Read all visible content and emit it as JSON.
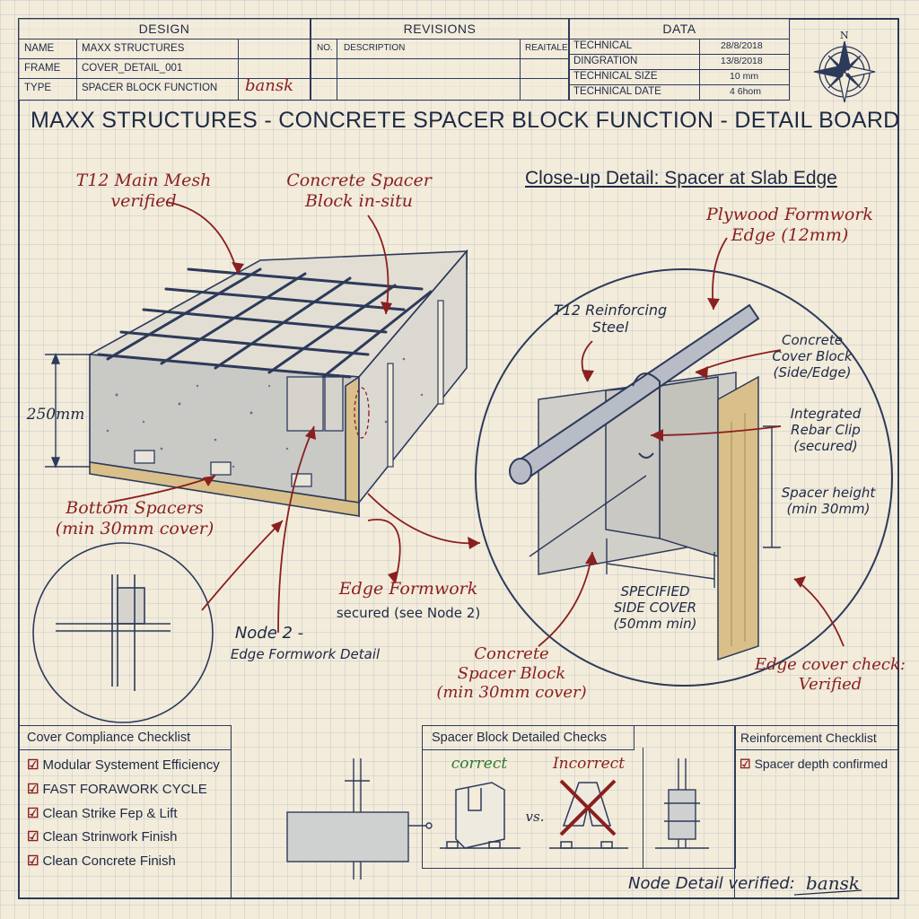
{
  "title_block": {
    "design": {
      "heading": "DESIGN",
      "rows": [
        {
          "label": "NAME",
          "value": "MAXX STRUCTURES"
        },
        {
          "label": "FRAME",
          "value": "COVER_DETAIL_001"
        },
        {
          "label": "TYPE",
          "value": "SPACER BLOCK FUNCTION"
        }
      ],
      "signature": "bansk"
    },
    "revisions": {
      "heading": "REVISIONS",
      "columns": [
        "NO.",
        "DESCRIPTION",
        "REAITALE"
      ]
    },
    "data": {
      "heading": "DATA",
      "rows": [
        {
          "label": "TECHNICAL",
          "value": "28/8/2018"
        },
        {
          "label": "DINGRATION",
          "value": "13/8/2018"
        },
        {
          "label": "TECHNICAL SIZE",
          "value": "10 mm"
        },
        {
          "label": "TECHNICAL DATE",
          "value": "4 6hom"
        }
      ]
    },
    "compass_label": "N"
  },
  "main_title": "MAXX STRUCTURES - CONCRETE SPACER BLOCK FUNCTION - DETAIL BOARD",
  "annotations": {
    "mesh": "T12 Main Mesh\nverified",
    "spacer_insitu": "Concrete Spacer\nBlock in-situ",
    "depth": "250mm",
    "bottom_spacers": "Bottom Spacers\n(min 30mm cover)",
    "edge_formwork": "Edge Formwork",
    "edge_formwork_note": "secured (see Node 2)",
    "node2": "Node 2 -",
    "node2_sub": "Edge Formwork Detail",
    "closeup_title": "Close-up Detail: Spacer at Slab Edge",
    "plywood": "Plywood Formwork\nEdge (12mm)",
    "t12": "T12 Reinforcing\nSteel",
    "cover_block": "Concrete\nCover Block\n(Side/Edge)",
    "rebar_clip": "Integrated\nRebar Clip\n(secured)",
    "spacer_height": "Spacer height\n(min 30mm)",
    "side_cover": "SPECIFIED\nSIDE COVER\n(50mm min)",
    "spacer_block": "Concrete\nSpacer Block\n(min 30mm cover)",
    "edge_check": "Edge cover check:\nVerified"
  },
  "cover_checklist": {
    "title": "Cover Compliance Checklist",
    "items": [
      "Modular Systement Efficiency",
      "FAST FORAWORK CYCLE",
      "Clean Strike Fep & Lift",
      "Clean Strinwork Finish",
      "Clean Concrete Finish"
    ]
  },
  "spacer_checks": {
    "title": "Spacer Block Detailed Checks",
    "correct": "correct",
    "incorrect": "Incorrect",
    "vs": "vs."
  },
  "reinforcement_checklist": {
    "title": "Reinforcement Checklist",
    "items": [
      "Spacer depth confirmed"
    ]
  },
  "footer": {
    "verified_label": "Node Detail verified:",
    "signature": "bansk"
  },
  "colors": {
    "ink": "#1e2a44",
    "red": "#8a1f1f",
    "paper": "#f3ecdb",
    "green": "#2f7a2f"
  }
}
